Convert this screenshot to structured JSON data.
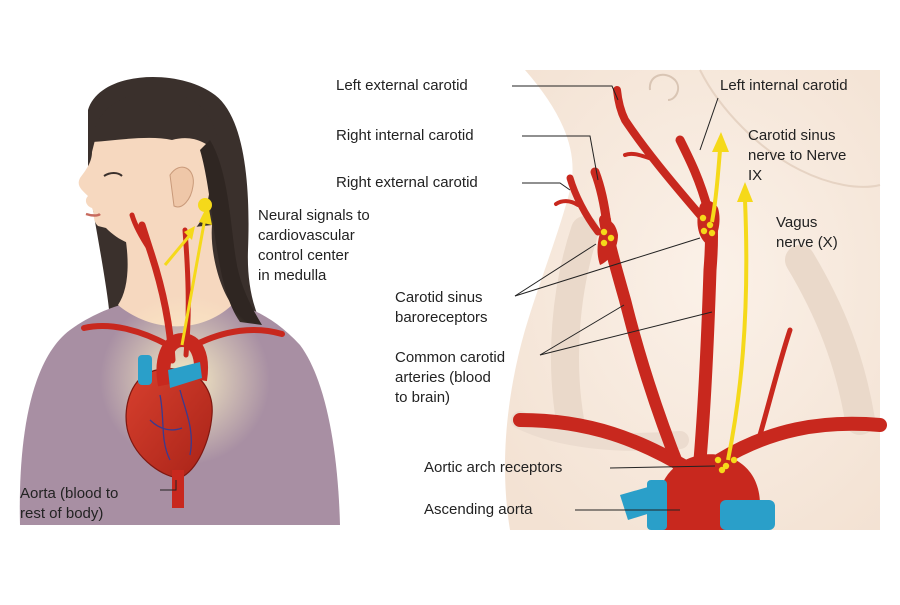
{
  "left_panel": {
    "neural_signals_label": "Neural signals to\ncardiovascular\ncontrol center\nin medulla",
    "aorta_label": "Aorta (blood to\nrest of body)"
  },
  "right_panel": {
    "left_external_carotid": "Left external carotid",
    "left_internal_carotid": "Left internal carotid",
    "right_internal_carotid": "Right internal carotid",
    "right_external_carotid": "Right external carotid",
    "carotid_sinus_nerve": "Carotid sinus\nnerve to Nerve\nIX",
    "vagus_nerve": "Vagus\nnerve (X)",
    "carotid_sinus_baroreceptors": "Carotid sinus\nbaroreceptors",
    "common_carotid_arteries": "Common carotid\narteries (blood\nto brain)",
    "aortic_arch_receptors": "Aortic arch receptors",
    "ascending_aorta": "Ascending aorta"
  },
  "colors": {
    "artery": "#c8281e",
    "artery_dark": "#9e1d15",
    "vein": "#2a9fc9",
    "nerve": "#f5d91a",
    "skin": "#f6d8bf",
    "shirt": "#a88fa3",
    "hair": "#3a302c",
    "background_tissue": "#f7eadf",
    "leader_line": "#222222"
  }
}
